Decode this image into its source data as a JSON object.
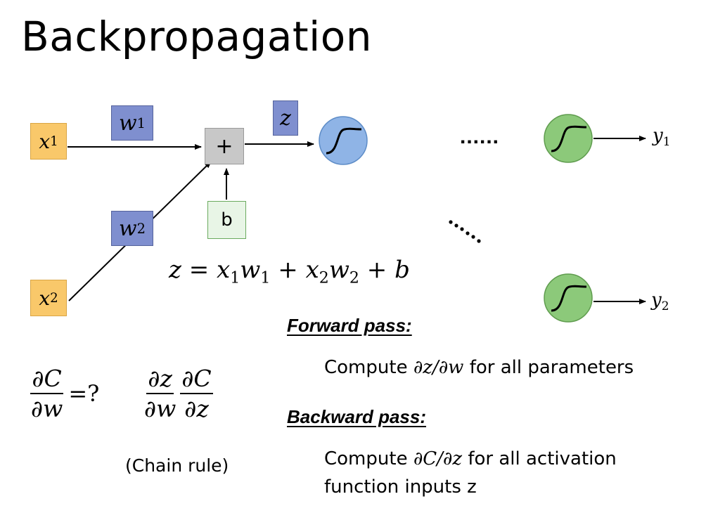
{
  "slide": {
    "title": "Backpropagation"
  },
  "diagram": {
    "x1": {
      "var": "x",
      "sub": "1"
    },
    "x2": {
      "var": "x",
      "sub": "2"
    },
    "w1": {
      "var": "w",
      "sub": "1"
    },
    "w2": {
      "var": "w",
      "sub": "2"
    },
    "z": "z",
    "sum": "+",
    "bias": "b",
    "dots_horizontal": "......",
    "dots_diagonal": "......",
    "y1": {
      "var": "y",
      "sub": "1"
    },
    "y2": {
      "var": "y",
      "sub": "2"
    },
    "equation": {
      "lhs": "z = ",
      "x1": "x",
      "x1_sub": "1",
      "w1": "w",
      "w1_sub": "1",
      "plus1": " + ",
      "x2": "x",
      "x2_sub": "2",
      "w2": "w",
      "w2_sub": "2",
      "plus2": " + b"
    }
  },
  "formula": {
    "lhs_num": "∂C",
    "lhs_den": "∂w",
    "eq_q": "=?",
    "f1_num": "∂z",
    "f1_den": "∂w",
    "f2_num": "∂C",
    "f2_den": "∂z",
    "chain_rule": "(Chain rule)"
  },
  "forward": {
    "heading": "Forward pass:",
    "prefix": "Compute ",
    "math": "∂z/∂w",
    "suffix": " for all parameters"
  },
  "backward": {
    "heading": "Backward pass:",
    "prefix": "Compute ",
    "math": "∂C/∂z",
    "suffix": " for all activation",
    "line2": "function inputs z"
  },
  "colors": {
    "x_box": "#f9c86a",
    "w_box": "#7f8fcf",
    "sum_box": "#c8c8c8",
    "bias_box": "#e8f5e6",
    "neuron_blue": "#8fb4e6",
    "neuron_green": "#8cc97a"
  }
}
